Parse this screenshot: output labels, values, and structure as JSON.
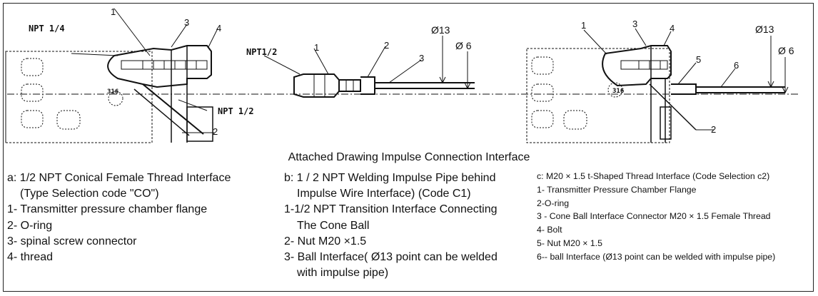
{
  "drawing_labels": {
    "npt_quarter": "NPT 1/4",
    "npt_half_a": "NPT 1/2",
    "npt_half_b": "NPT1/2",
    "d13": "Ø13",
    "d6": "Ø 6",
    "n1": "1",
    "n2": "2",
    "n3": "3",
    "n4": "4",
    "n5": "5",
    "n6": "6",
    "small_mark": "316"
  },
  "caption": "Attached Drawing  Impulse Connection Interface",
  "section_a": {
    "title": "a: 1/2 NPT Conical Female Thread Interface",
    "title_cont": "(Type Selection code \"CO\")",
    "items": [
      "1- Transmitter pressure chamber flange",
      "2- O-ring",
      "3- spinal screw connector",
      "4- thread"
    ]
  },
  "section_b": {
    "title": "b: 1 / 2 NPT Welding Impulse Pipe behind",
    "title_cont": "Impulse Wire Interface)  (Code C1)",
    "item1": "1-1/2 NPT Transition Interface Connecting",
    "item1_cont": "The Cone Ball",
    "item2": "2- Nut M20 ×1.5",
    "item3": "3- Ball Interface( Ø13 point can be welded",
    "item3_cont": "with impulse pipe)"
  },
  "section_c": {
    "title": "c: M20 × 1.5 t-Shaped Thread Interface (Code Selection c2)",
    "items": [
      "1- Transmitter Pressure Chamber Flange",
      "2-O-ring",
      "3 - Cone Ball Interface Connector M20 × 1.5 Female Thread",
      "4- Bolt",
      "5- Nut M20 × 1.5",
      "6-- ball Interface (Ø13 point can be welded with impulse pipe)"
    ]
  }
}
